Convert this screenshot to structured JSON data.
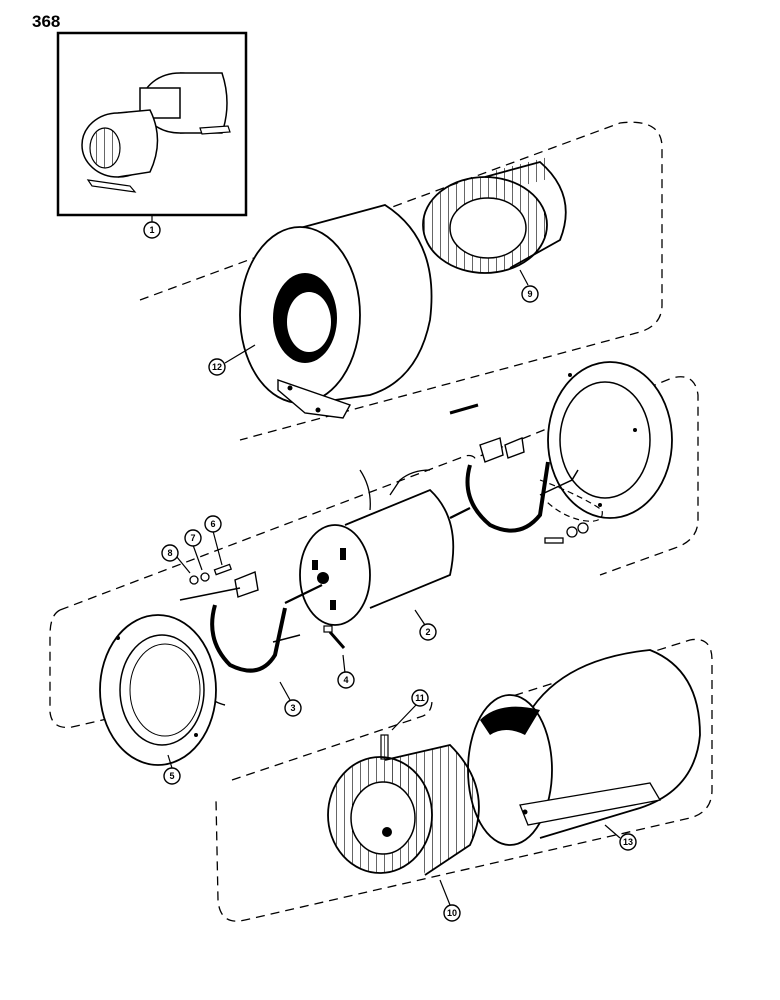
{
  "page_number": "368",
  "callouts": [
    {
      "id": "1",
      "label": "1"
    },
    {
      "id": "2",
      "label": "2"
    },
    {
      "id": "3",
      "label": "3"
    },
    {
      "id": "4",
      "label": "4"
    },
    {
      "id": "5",
      "label": "5"
    },
    {
      "id": "6",
      "label": "6"
    },
    {
      "id": "7",
      "label": "7"
    },
    {
      "id": "8",
      "label": "8"
    },
    {
      "id": "9",
      "label": "9"
    },
    {
      "id": "10",
      "label": "10"
    },
    {
      "id": "11",
      "label": "11"
    },
    {
      "id": "12",
      "label": "12"
    },
    {
      "id": "13",
      "label": "13"
    }
  ],
  "colors": {
    "ink": "#000000",
    "paper": "#ffffff"
  }
}
